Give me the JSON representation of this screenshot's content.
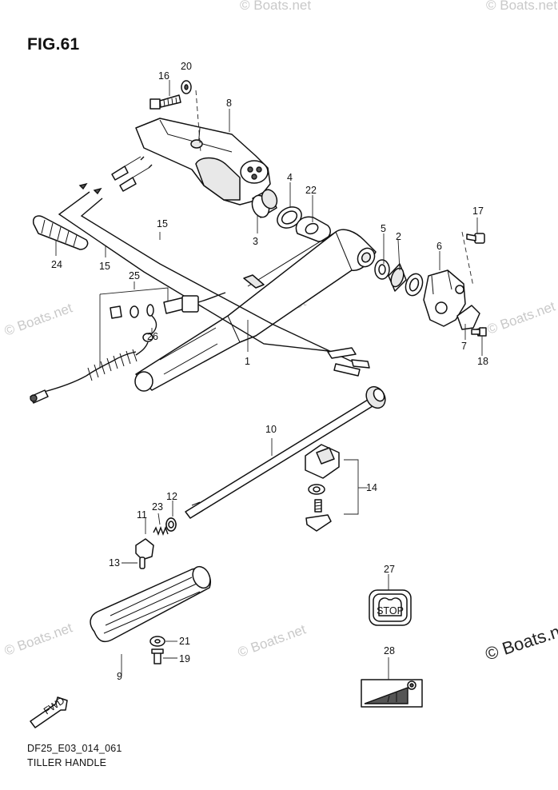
{
  "figure": {
    "title": "FIG.61",
    "model_code": "DF25_E03_014_061",
    "name": "TILLER HANDLE"
  },
  "watermarks": {
    "small": "© Boats.net",
    "large": "© Boats.n"
  },
  "callouts": {
    "c1": "1",
    "c2": "2",
    "c3": "3",
    "c4": "4",
    "c5": "5",
    "c6": "6",
    "c7": "7",
    "c8": "8",
    "c9": "9",
    "c10": "10",
    "c11": "11",
    "c12": "12",
    "c13": "13",
    "c14": "14",
    "c15a": "15",
    "c15b": "15",
    "c16": "16",
    "c17": "17",
    "c18": "18",
    "c19": "19",
    "c20": "20",
    "c21": "21",
    "c22": "22",
    "c23": "23",
    "c24": "24",
    "c25": "25",
    "c26": "26",
    "c27": "27",
    "c28": "28"
  },
  "labels": {
    "stop_text": "STOP",
    "fwd_text": "FWD"
  },
  "icons": {
    "fwd": "fwd-arrow-icon",
    "throttle": "throttle-friction-icon"
  }
}
